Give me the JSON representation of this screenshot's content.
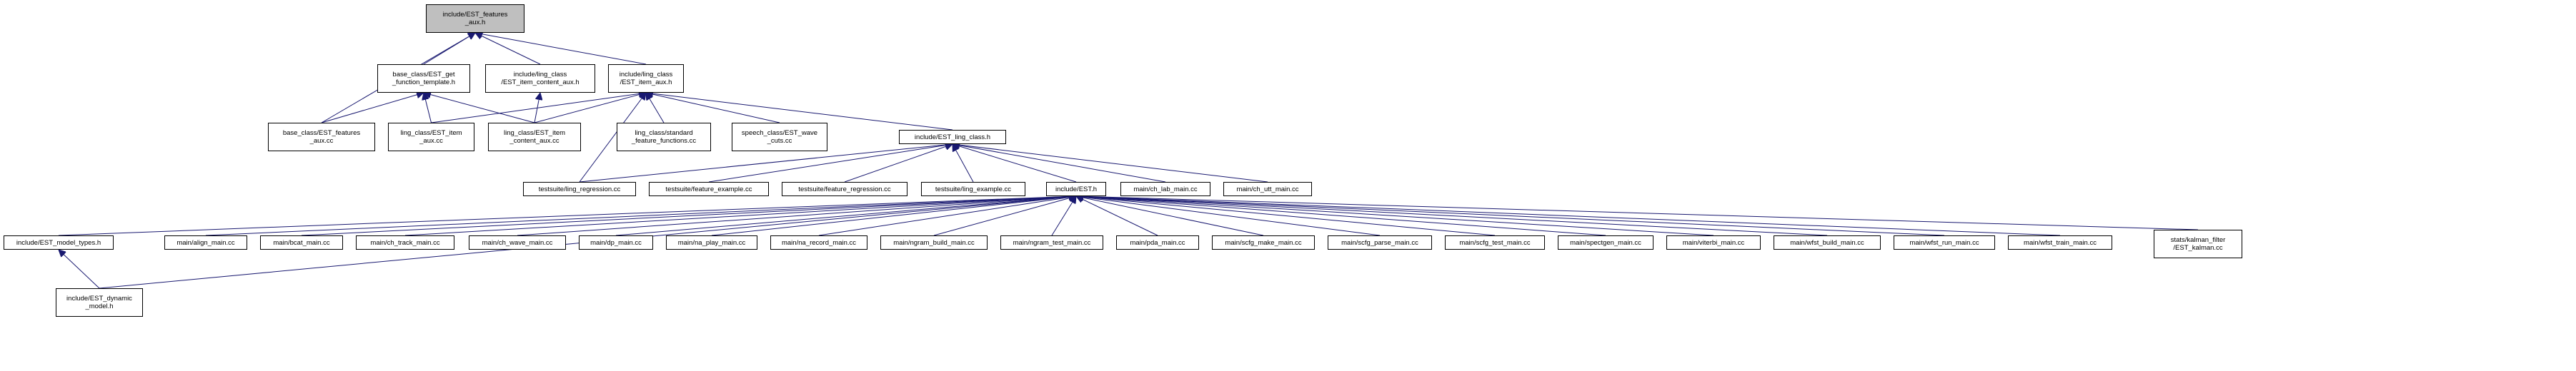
{
  "nodes": [
    {
      "id": "root",
      "label": "include/EST_features\n_aux.h",
      "root": true
    },
    {
      "id": "n_get_func",
      "label": "base_class/EST_get\n_function_template.h"
    },
    {
      "id": "n_item_content_h",
      "label": "include/ling_class\n/EST_item_content_aux.h"
    },
    {
      "id": "n_item_aux_h",
      "label": "include/ling_class\n/EST_item_aux.h"
    },
    {
      "id": "n_features_aux_cc",
      "label": "base_class/EST_features\n_aux.cc"
    },
    {
      "id": "n_item_aux_cc",
      "label": "ling_class/EST_item\n_aux.cc"
    },
    {
      "id": "n_item_content_cc",
      "label": "ling_class/EST_item\n_content_aux.cc"
    },
    {
      "id": "n_std_feat",
      "label": "ling_class/standard\n_feature_functions.cc"
    },
    {
      "id": "n_wave_cuts",
      "label": "speech_class/EST_wave\n_cuts.cc"
    },
    {
      "id": "n_ling_class_h",
      "label": "include/EST_ling_class.h"
    },
    {
      "id": "n_ling_regression",
      "label": "testsuite/ling_regression.cc"
    },
    {
      "id": "n_feature_example",
      "label": "testsuite/feature_example.cc"
    },
    {
      "id": "n_feature_regression",
      "label": "testsuite/feature_regression.cc"
    },
    {
      "id": "n_ling_example",
      "label": "testsuite/ling_example.cc"
    },
    {
      "id": "n_est_h",
      "label": "include/EST.h"
    },
    {
      "id": "n_ch_lab",
      "label": "main/ch_lab_main.cc"
    },
    {
      "id": "n_ch_utt",
      "label": "main/ch_utt_main.cc"
    },
    {
      "id": "n_model_types",
      "label": "include/EST_model_types.h"
    },
    {
      "id": "n_align",
      "label": "main/align_main.cc"
    },
    {
      "id": "n_bcat",
      "label": "main/bcat_main.cc"
    },
    {
      "id": "n_ch_track",
      "label": "main/ch_track_main.cc"
    },
    {
      "id": "n_ch_wave",
      "label": "main/ch_wave_main.cc"
    },
    {
      "id": "n_dp",
      "label": "main/dp_main.cc"
    },
    {
      "id": "n_na_play",
      "label": "main/na_play_main.cc"
    },
    {
      "id": "n_na_record",
      "label": "main/na_record_main.cc"
    },
    {
      "id": "n_ngram_build",
      "label": "main/ngram_build_main.cc"
    },
    {
      "id": "n_ngram_test",
      "label": "main/ngram_test_main.cc"
    },
    {
      "id": "n_pda",
      "label": "main/pda_main.cc"
    },
    {
      "id": "n_scfg_make",
      "label": "main/scfg_make_main.cc"
    },
    {
      "id": "n_scfg_parse",
      "label": "main/scfg_parse_main.cc"
    },
    {
      "id": "n_scfg_test",
      "label": "main/scfg_test_main.cc"
    },
    {
      "id": "n_spectgen",
      "label": "main/spectgen_main.cc"
    },
    {
      "id": "n_viterbi",
      "label": "main/viterbi_main.cc"
    },
    {
      "id": "n_wfst_build",
      "label": "main/wfst_build_main.cc"
    },
    {
      "id": "n_wfst_run",
      "label": "main/wfst_run_main.cc"
    },
    {
      "id": "n_wfst_train",
      "label": "main/wfst_train_main.cc"
    },
    {
      "id": "n_kalman",
      "label": "stats/kalman_filter\n/EST_kalman.cc"
    },
    {
      "id": "n_dynamic_model",
      "label": "include/EST_dynamic\n_model.h"
    }
  ],
  "edges": [
    [
      "root",
      "n_get_func"
    ],
    [
      "root",
      "n_item_content_h"
    ],
    [
      "root",
      "n_item_aux_h"
    ],
    [
      "root",
      "n_features_aux_cc"
    ],
    [
      "n_get_func",
      "n_features_aux_cc"
    ],
    [
      "n_get_func",
      "n_item_aux_cc"
    ],
    [
      "n_get_func",
      "n_item_content_cc"
    ],
    [
      "n_item_content_h",
      "n_item_content_cc"
    ],
    [
      "n_item_aux_h",
      "n_item_aux_cc"
    ],
    [
      "n_item_aux_h",
      "n_item_content_cc"
    ],
    [
      "n_item_aux_h",
      "n_std_feat"
    ],
    [
      "n_item_aux_h",
      "n_wave_cuts"
    ],
    [
      "n_item_aux_h",
      "n_ling_class_h"
    ],
    [
      "n_item_aux_h",
      "n_ling_regression"
    ],
    [
      "n_ling_class_h",
      "n_ling_regression"
    ],
    [
      "n_ling_class_h",
      "n_feature_example"
    ],
    [
      "n_ling_class_h",
      "n_feature_regression"
    ],
    [
      "n_ling_class_h",
      "n_ling_example"
    ],
    [
      "n_ling_class_h",
      "n_est_h"
    ],
    [
      "n_ling_class_h",
      "n_ch_lab"
    ],
    [
      "n_ling_class_h",
      "n_ch_utt"
    ],
    [
      "n_est_h",
      "n_model_types"
    ],
    [
      "n_est_h",
      "n_dynamic_model"
    ],
    [
      "n_est_h",
      "n_align"
    ],
    [
      "n_est_h",
      "n_bcat"
    ],
    [
      "n_est_h",
      "n_ch_track"
    ],
    [
      "n_est_h",
      "n_ch_wave"
    ],
    [
      "n_est_h",
      "n_dp"
    ],
    [
      "n_est_h",
      "n_na_play"
    ],
    [
      "n_est_h",
      "n_na_record"
    ],
    [
      "n_est_h",
      "n_ngram_build"
    ],
    [
      "n_est_h",
      "n_ngram_test"
    ],
    [
      "n_est_h",
      "n_pda"
    ],
    [
      "n_est_h",
      "n_scfg_make"
    ],
    [
      "n_est_h",
      "n_scfg_parse"
    ],
    [
      "n_est_h",
      "n_scfg_test"
    ],
    [
      "n_est_h",
      "n_spectgen"
    ],
    [
      "n_est_h",
      "n_viterbi"
    ],
    [
      "n_est_h",
      "n_wfst_build"
    ],
    [
      "n_est_h",
      "n_wfst_run"
    ],
    [
      "n_est_h",
      "n_wfst_train"
    ],
    [
      "n_est_h",
      "n_kalman"
    ],
    [
      "n_model_types",
      "n_dynamic_model"
    ]
  ],
  "colors": {
    "root_fill": "#bfbfbf",
    "node_fill": "#ffffff",
    "edge": "#191970",
    "border": "#000000"
  }
}
